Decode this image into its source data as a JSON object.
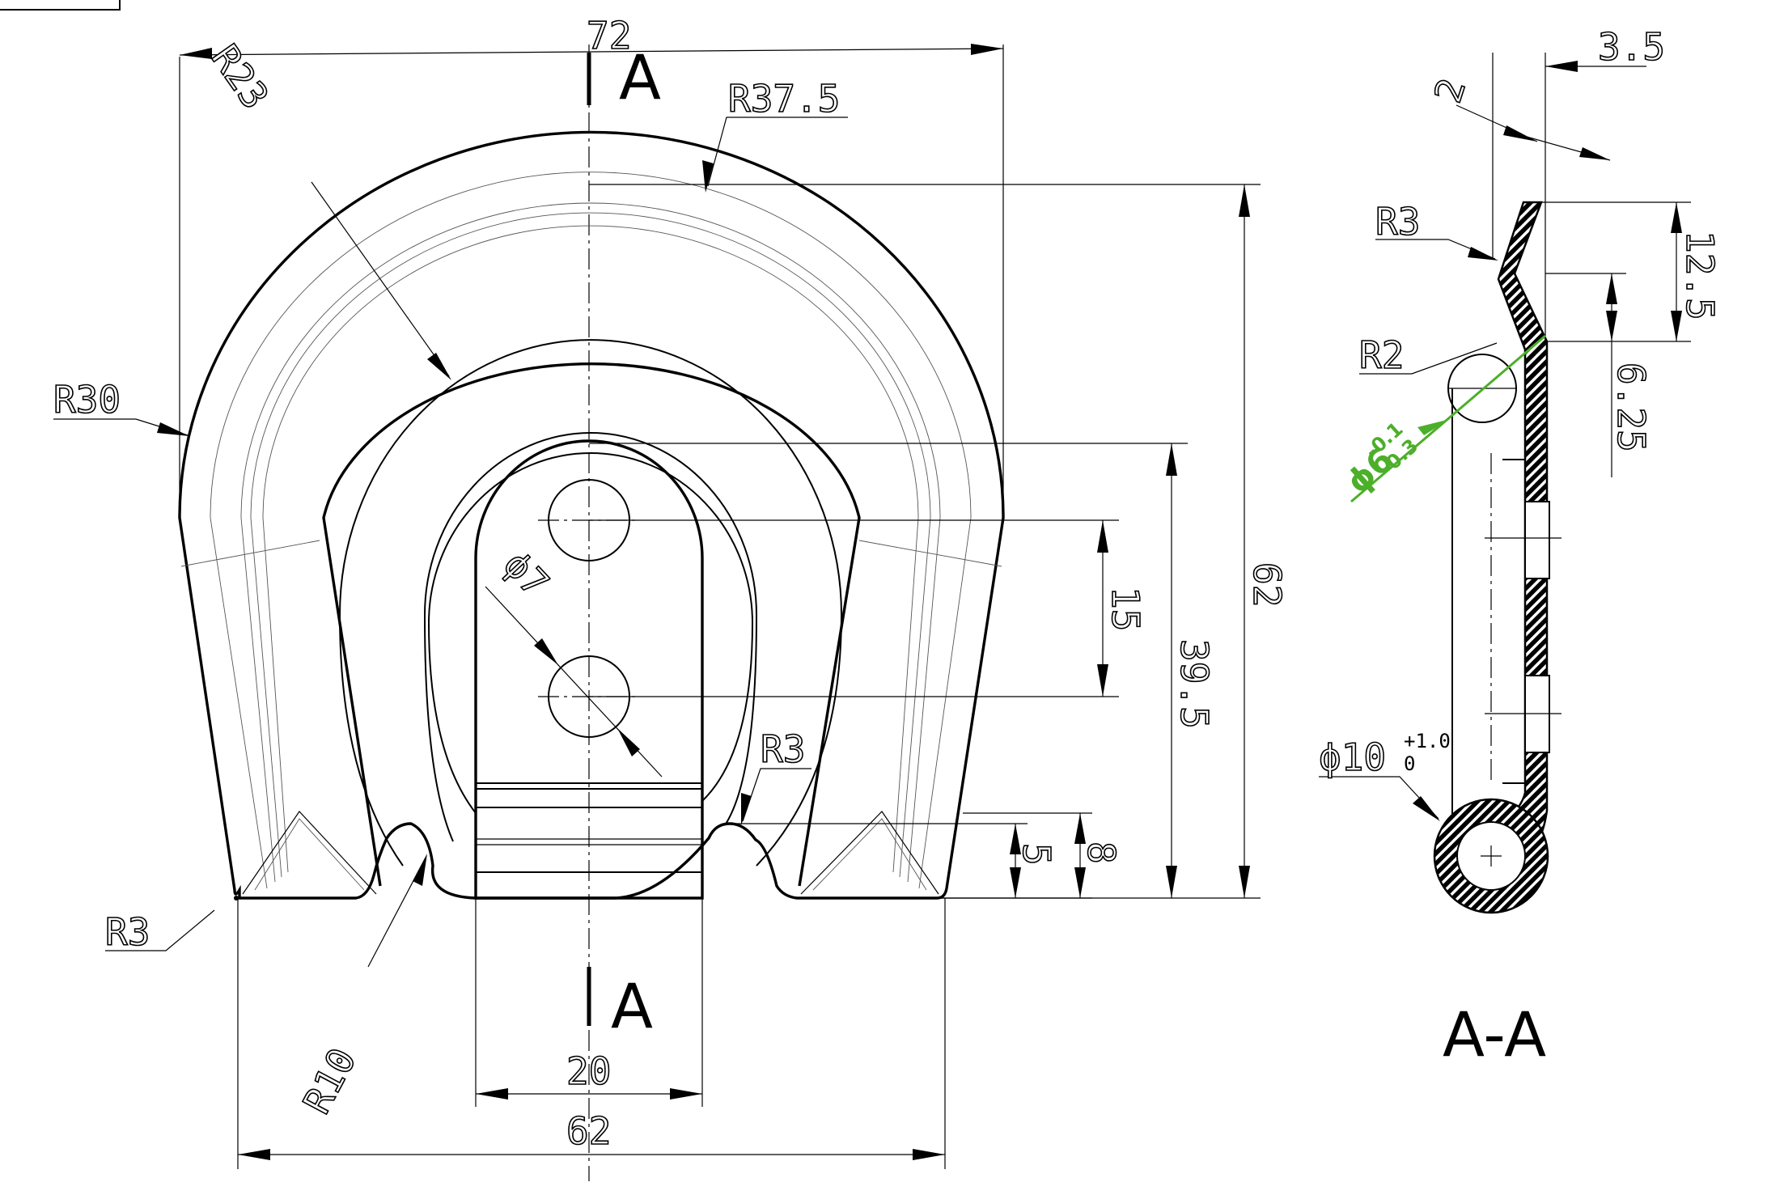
{
  "front_view": {
    "dimensions": {
      "overall_width": "72",
      "outer_radius": "R37.5",
      "inner_radius": "R23",
      "side_radius": "R30",
      "hole_diameter": "ϕ7",
      "hole_spacing": "15",
      "hole_height": "39.5",
      "total_height": "62",
      "notch_radius": "R3",
      "corner_radius": "R3",
      "bottom_radius": "R10",
      "slot_width": "20",
      "base_width": "62",
      "step_small": "5",
      "step_large": "8"
    },
    "section_marks": {
      "top": "A",
      "bottom": "A"
    }
  },
  "section_view": {
    "title": "A-A",
    "dimensions": {
      "thickness": "3.5",
      "offset": "2",
      "bend_radius": "R3",
      "inner_bend_radius": "R2",
      "height_upper": "12.5",
      "height_lower": "6.25",
      "rod_diameter": "ϕ6",
      "rod_tol_upper": "-0.1",
      "rod_tol_lower": "-0.3",
      "eye_diameter": "ϕ10",
      "eye_tol_upper": "+1.0",
      "eye_tol_lower": "0"
    },
    "highlight_color": "#4caf2a"
  }
}
